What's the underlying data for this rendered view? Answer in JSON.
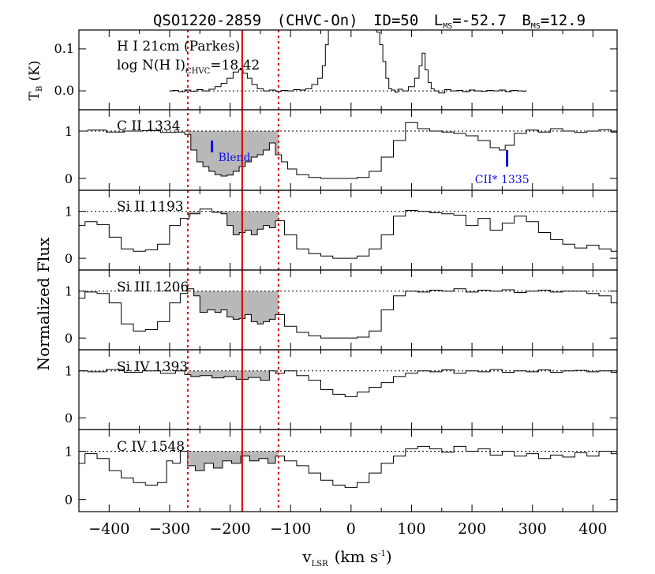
{
  "chart_data": {
    "type": "line",
    "title": {
      "object": "QSO1220-2859",
      "mode": "(CHVC-On)",
      "id": "ID=50",
      "l_main": "L",
      "l_sub": "MS",
      "l_val": "=-52.7",
      "b_main": "B",
      "b_sub": "MS",
      "b_val": "=12.9"
    },
    "xlabel": {
      "main": "v",
      "sub": "LSR",
      "rest": "(km s",
      "exp": "-1",
      "close": ")"
    },
    "ylabel": "Normalized Flux",
    "xlim": [
      -450,
      440
    ],
    "xticks": [
      -400,
      -300,
      -200,
      -100,
      0,
      100,
      200,
      300,
      400
    ],
    "xtick_labels": [
      "−400",
      "−300",
      "−200",
      "−100",
      "0",
      "100",
      "200",
      "300",
      "400"
    ],
    "vline_solid": -180,
    "vlines_dotted": [
      -270,
      -120
    ],
    "integration_range": [
      -270,
      -120
    ],
    "colors": {
      "solid": "#e00000",
      "dotted": "#e00000",
      "shade": "#b8b8b8",
      "annot": "#1010e0"
    },
    "hi_panel": {
      "label": "H I 21cm (Parkes)",
      "label2_main": "log N(H I)",
      "label2_sub": "CHVC",
      "label2_val": "=18.42",
      "ylabel_main": "T",
      "ylabel_sub": "B",
      "ylabel_unit": "(K)",
      "ylim": [
        -0.045,
        0.145
      ],
      "yticks": [
        0.0,
        0.1
      ],
      "ytick_labels": [
        "0.0",
        "0.1"
      ],
      "series": [
        {
          "v": [
            -300,
            -290,
            -280,
            -270,
            -260,
            -250,
            -240,
            -230,
            -220,
            -210,
            -200,
            -190,
            -182,
            -175,
            -168,
            -160,
            -150,
            -140,
            -130,
            -120,
            -110,
            -100,
            -90,
            -80,
            -70,
            -60,
            -50,
            -45,
            -40,
            -35,
            -30,
            -25,
            -20,
            -10,
            0,
            10,
            20,
            30,
            35,
            40,
            45,
            50,
            55,
            60,
            65,
            70,
            75,
            80,
            90,
            100,
            110,
            115,
            120,
            125,
            130,
            135,
            140,
            150,
            160,
            170,
            180,
            190,
            200,
            210,
            220,
            230,
            240,
            250,
            260,
            270,
            280,
            290
          ],
          "y": [
            0.0,
            0.001,
            -0.002,
            0.002,
            -0.001,
            0.003,
            0.0,
            0.004,
            0.01,
            0.018,
            0.03,
            0.045,
            0.05,
            0.042,
            0.03,
            0.015,
            0.005,
            0.0,
            0.002,
            -0.001,
            0.001,
            0.0,
            0.003,
            0.002,
            0.005,
            0.015,
            0.03,
            0.06,
            0.11,
            0.16,
            0.2,
            0.2,
            0.2,
            0.2,
            0.2,
            0.2,
            0.2,
            0.2,
            0.2,
            0.17,
            0.14,
            0.11,
            0.07,
            0.03,
            0.005,
            0.002,
            -0.003,
            0.004,
            0.0,
            0.01,
            0.03,
            0.06,
            0.09,
            0.05,
            0.02,
            0.005,
            0.0,
            -0.005,
            0.003,
            0.0,
            0.001,
            -0.002,
            0.002,
            0.0,
            -0.001,
            0.001,
            0.0,
            0.002,
            -0.002,
            0.001,
            0.0,
            -0.001
          ]
        }
      ]
    },
    "abs_panels": [
      {
        "label": "C II 1334",
        "ylim": [
          -0.25,
          1.45
        ],
        "yticks": [
          0,
          1
        ],
        "ytick_labels": [
          "0",
          "1"
        ],
        "annotations": [
          {
            "text": "Blend",
            "x": -230,
            "y": 0.45,
            "mark_x": -230,
            "mark_y0": 0.55,
            "mark_y1": 0.8
          },
          {
            "text": "CII* 1335",
            "x": 255,
            "y": 0.0,
            "mark_x": 258,
            "mark_y0": 0.25,
            "mark_y1": 0.6
          }
        ],
        "series": [
          {
            "v": [
              -450,
              -420,
              -390,
              -360,
              -330,
              -300,
              -280,
              -270,
              -260,
              -250,
              -240,
              -230,
              -220,
              -210,
              -200,
              -190,
              -180,
              -170,
              -160,
              -150,
              -140,
              -130,
              -120,
              -110,
              -100,
              -80,
              -60,
              -40,
              -20,
              0,
              20,
              40,
              60,
              80,
              100,
              120,
              140,
              160,
              180,
              200,
              220,
              240,
              250,
              260,
              280,
              300,
              320,
              340,
              360,
              380,
              400,
              420,
              440
            ],
            "y": [
              1.0,
              1.02,
              0.98,
              1.0,
              1.01,
              0.97,
              0.98,
              0.93,
              0.6,
              0.35,
              0.25,
              0.15,
              0.08,
              0.05,
              0.07,
              0.15,
              0.25,
              0.35,
              0.45,
              0.5,
              0.6,
              0.75,
              0.5,
              0.35,
              0.2,
              0.08,
              0.02,
              0.0,
              0.0,
              0.0,
              0.02,
              0.15,
              0.45,
              0.8,
              1.18,
              1.05,
              1.0,
              0.98,
              0.95,
              0.9,
              0.8,
              0.65,
              0.6,
              0.7,
              0.95,
              1.02,
              0.98,
              1.05,
              1.0,
              0.97,
              1.0,
              1.03,
              0.98
            ]
          }
        ]
      },
      {
        "label": "Si II 1193",
        "ylim": [
          -0.25,
          1.45
        ],
        "yticks": [
          0,
          1
        ],
        "ytick_labels": [
          "0",
          "1"
        ],
        "annotations": [],
        "series": [
          {
            "v": [
              -450,
              -430,
              -410,
              -390,
              -370,
              -350,
              -330,
              -310,
              -290,
              -275,
              -260,
              -240,
              -220,
              -210,
              -200,
              -190,
              -180,
              -170,
              -160,
              -150,
              -140,
              -130,
              -120,
              -100,
              -80,
              -60,
              -40,
              -20,
              0,
              20,
              40,
              60,
              80,
              100,
              120,
              140,
              160,
              180,
              200,
              220,
              240,
              260,
              280,
              300,
              320,
              340,
              360,
              380,
              400,
              420,
              440
            ],
            "y": [
              0.7,
              0.78,
              0.72,
              0.45,
              0.2,
              0.15,
              0.18,
              0.3,
              0.7,
              0.85,
              0.95,
              1.05,
              0.98,
              0.95,
              0.7,
              0.5,
              0.55,
              0.6,
              0.5,
              0.62,
              0.7,
              0.65,
              0.8,
              0.5,
              0.2,
              0.1,
              0.05,
              0.0,
              0.0,
              0.05,
              0.2,
              0.5,
              0.9,
              1.02,
              1.0,
              0.97,
              0.95,
              0.92,
              0.7,
              0.85,
              0.6,
              0.75,
              0.9,
              0.78,
              0.55,
              0.4,
              0.3,
              0.22,
              0.28,
              0.2,
              0.15
            ]
          }
        ]
      },
      {
        "label": "Si III 1206",
        "ylim": [
          -0.25,
          1.45
        ],
        "yticks": [
          0,
          1
        ],
        "ytick_labels": [
          "0",
          "1"
        ],
        "annotations": [],
        "series": [
          {
            "v": [
              -450,
              -430,
              -410,
              -390,
              -370,
              -350,
              -330,
              -310,
              -290,
              -275,
              -265,
              -255,
              -245,
              -230,
              -220,
              -210,
              -200,
              -190,
              -180,
              -170,
              -160,
              -150,
              -140,
              -130,
              -120,
              -100,
              -80,
              -60,
              -40,
              -20,
              0,
              20,
              40,
              60,
              80,
              100,
              120,
              140,
              160,
              180,
              200,
              220,
              240,
              260,
              280,
              300,
              320,
              340,
              360,
              380,
              400,
              420,
              440
            ],
            "y": [
              0.85,
              0.98,
              0.95,
              0.75,
              0.3,
              0.15,
              0.18,
              0.35,
              0.75,
              0.95,
              1.05,
              0.9,
              0.55,
              0.6,
              0.55,
              0.6,
              0.45,
              0.4,
              0.42,
              0.5,
              0.35,
              0.3,
              0.35,
              0.4,
              0.5,
              0.25,
              0.12,
              0.05,
              0.0,
              0.0,
              0.0,
              0.02,
              0.15,
              0.6,
              0.9,
              1.0,
              0.98,
              1.02,
              1.0,
              1.05,
              0.98,
              1.02,
              1.0,
              1.03,
              0.97,
              1.0,
              1.02,
              0.98,
              1.0,
              1.0,
              0.95,
              0.9,
              0.75
            ]
          }
        ]
      },
      {
        "label": "Si IV 1393",
        "ylim": [
          -0.25,
          1.45
        ],
        "yticks": [
          0,
          1
        ],
        "ytick_labels": [
          "0",
          "1"
        ],
        "annotations": [],
        "series": [
          {
            "v": [
              -450,
              -420,
              -390,
              -360,
              -330,
              -300,
              -280,
              -270,
              -260,
              -240,
              -220,
              -200,
              -180,
              -160,
              -140,
              -130,
              -120,
              -100,
              -80,
              -60,
              -40,
              -20,
              0,
              20,
              40,
              60,
              80,
              100,
              120,
              140,
              160,
              180,
              200,
              220,
              240,
              260,
              280,
              300,
              320,
              340,
              360,
              380,
              400,
              420,
              440
            ],
            "y": [
              1.0,
              0.98,
              1.03,
              0.97,
              1.0,
              0.95,
              1.0,
              0.92,
              0.88,
              0.9,
              0.85,
              0.88,
              0.82,
              0.86,
              0.8,
              1.0,
              0.95,
              1.0,
              0.9,
              0.8,
              0.6,
              0.5,
              0.45,
              0.55,
              0.65,
              0.75,
              0.88,
              0.95,
              1.0,
              0.98,
              1.02,
              0.95,
              1.0,
              0.98,
              1.03,
              0.97,
              1.0,
              0.98,
              1.02,
              0.97,
              1.0,
              1.01,
              0.98,
              1.0,
              0.97
            ]
          }
        ]
      },
      {
        "label": "C IV 1548",
        "ylim": [
          -0.25,
          1.45
        ],
        "yticks": [
          0,
          1
        ],
        "ytick_labels": [
          "0",
          "1"
        ],
        "annotations": [],
        "series": [
          {
            "v": [
              -450,
              -430,
              -410,
              -390,
              -370,
              -350,
              -330,
              -310,
              -300,
              -290,
              -275,
              -265,
              -250,
              -235,
              -220,
              -205,
              -190,
              -175,
              -160,
              -145,
              -130,
              -120,
              -100,
              -80,
              -60,
              -40,
              -20,
              0,
              20,
              40,
              60,
              80,
              100,
              120,
              140,
              160,
              180,
              200,
              220,
              240,
              260,
              280,
              300,
              320,
              340,
              360,
              380,
              400,
              420,
              440
            ],
            "y": [
              0.75,
              0.95,
              0.85,
              0.6,
              0.45,
              0.35,
              0.3,
              0.35,
              0.8,
              0.75,
              1.0,
              0.7,
              0.6,
              0.75,
              0.65,
              0.8,
              0.75,
              0.9,
              0.8,
              0.85,
              0.75,
              0.9,
              0.8,
              0.7,
              0.55,
              0.4,
              0.3,
              0.25,
              0.35,
              0.55,
              0.75,
              0.9,
              1.05,
              1.1,
              1.05,
              0.98,
              1.1,
              1.0,
              1.05,
              0.92,
              1.0,
              0.9,
              0.95,
              0.85,
              0.92,
              0.88,
              0.97,
              0.9,
              1.0,
              0.95
            ]
          }
        ]
      }
    ]
  }
}
